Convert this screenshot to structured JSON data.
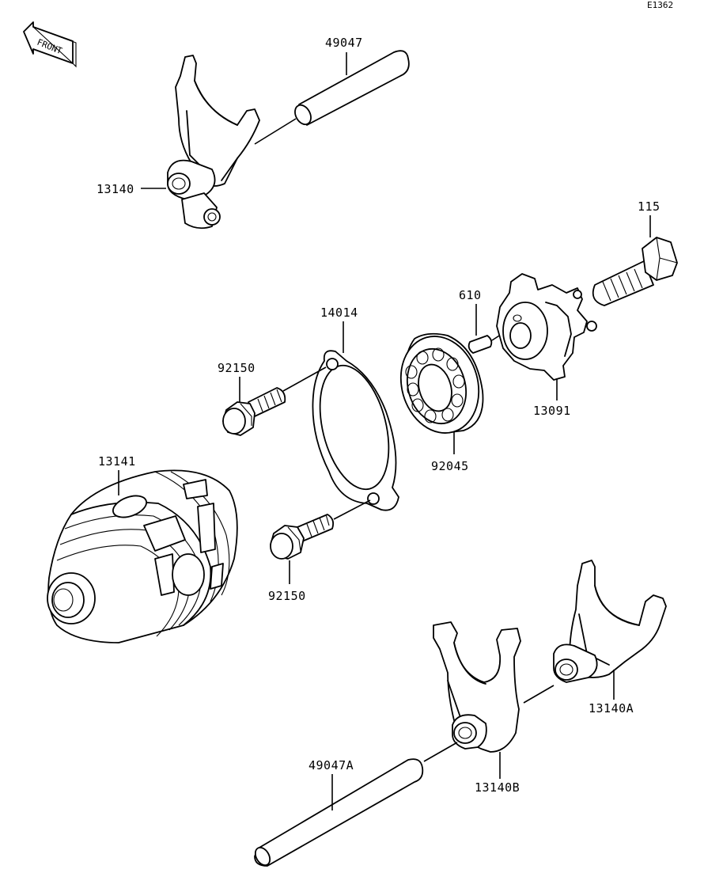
{
  "diagram_code": "E1362",
  "front_label": "FRONT",
  "parts": {
    "shaft_upper": "49047",
    "fork_upper": "13140",
    "bolt_115": "115",
    "pin_610": "610",
    "holder_13091": "13091",
    "plate_14014": "14014",
    "bolt_top": "92150",
    "bearing": "92045",
    "drum": "13141",
    "bolt_bottom": "92150",
    "fork_a": "13140A",
    "fork_b": "13140B",
    "shaft_lower": "49047A"
  }
}
